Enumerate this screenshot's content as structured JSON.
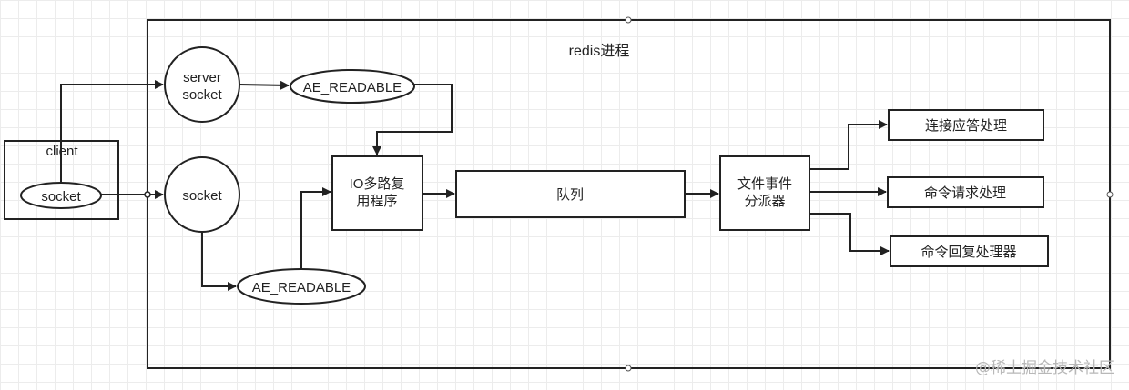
{
  "diagram": {
    "process_title": "redis进程",
    "client": {
      "label": "client",
      "socket": "socket"
    },
    "server_socket": {
      "line1": "server",
      "line2": "socket"
    },
    "socket": "socket",
    "ae_readable_top": "AE_READABLE",
    "ae_readable_bottom": "AE_READABLE",
    "io_multiplexer": {
      "line1": "IO多路复",
      "line2": "用程序"
    },
    "queue": "队列",
    "dispatcher": {
      "line1": "文件事件",
      "line2": "分派器"
    },
    "handlers": {
      "connect": "连接应答处理",
      "request": "命令请求处理",
      "reply": "命令回复处理器"
    }
  },
  "watermark": "@稀土掘金技术社区"
}
